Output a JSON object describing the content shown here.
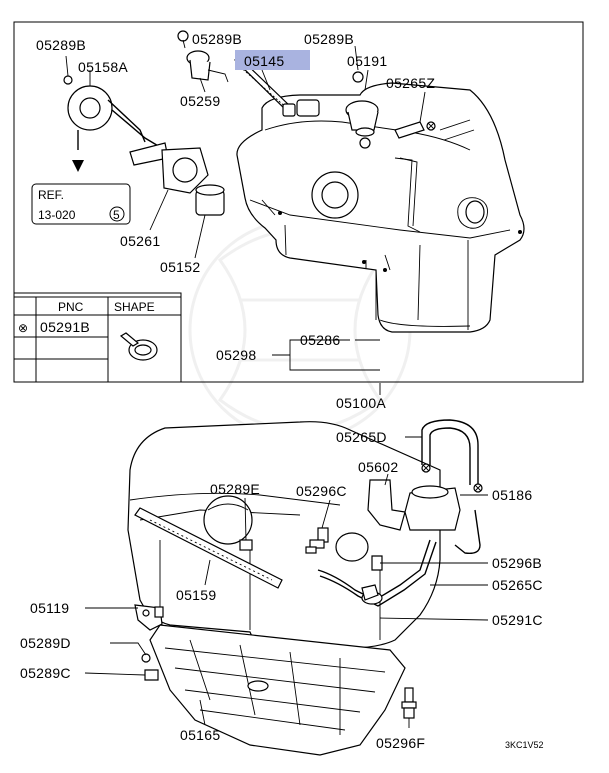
{
  "labels": {
    "p05289B_left": "05289B",
    "p05158A": "05158A",
    "p05289B_a": "05289B",
    "p05289B_b": "05289B",
    "p05145": "05145",
    "p05191": "05191",
    "p05265Z": "05265Z",
    "p05259": "05259",
    "p05261": "05261",
    "p05152": "05152",
    "p05286": "05286",
    "p05298": "05298",
    "p05100A": "05100A",
    "p05265D": "05265D",
    "p05602": "05602",
    "p05289E": "05289E",
    "p05296C": "05296C",
    "p05186": "05186",
    "p05296B": "05296B",
    "p05265C": "05265C",
    "p05119": "05119",
    "p05159": "05159",
    "p05291C": "05291C",
    "p05289D": "05289D",
    "p05289C": "05289C",
    "p05165": "05165",
    "p05296F": "05296F"
  },
  "ref_box": {
    "line1": "REF.",
    "line2": "13-020",
    "circled": "5"
  },
  "shape_table": {
    "header_pnc": "PNC",
    "header_shape": "SHAPE",
    "row_symbol": "⊗",
    "row_pnc": "05291B"
  },
  "footer_code": "3KC1V52",
  "highlight_color": "#a9b3e0"
}
